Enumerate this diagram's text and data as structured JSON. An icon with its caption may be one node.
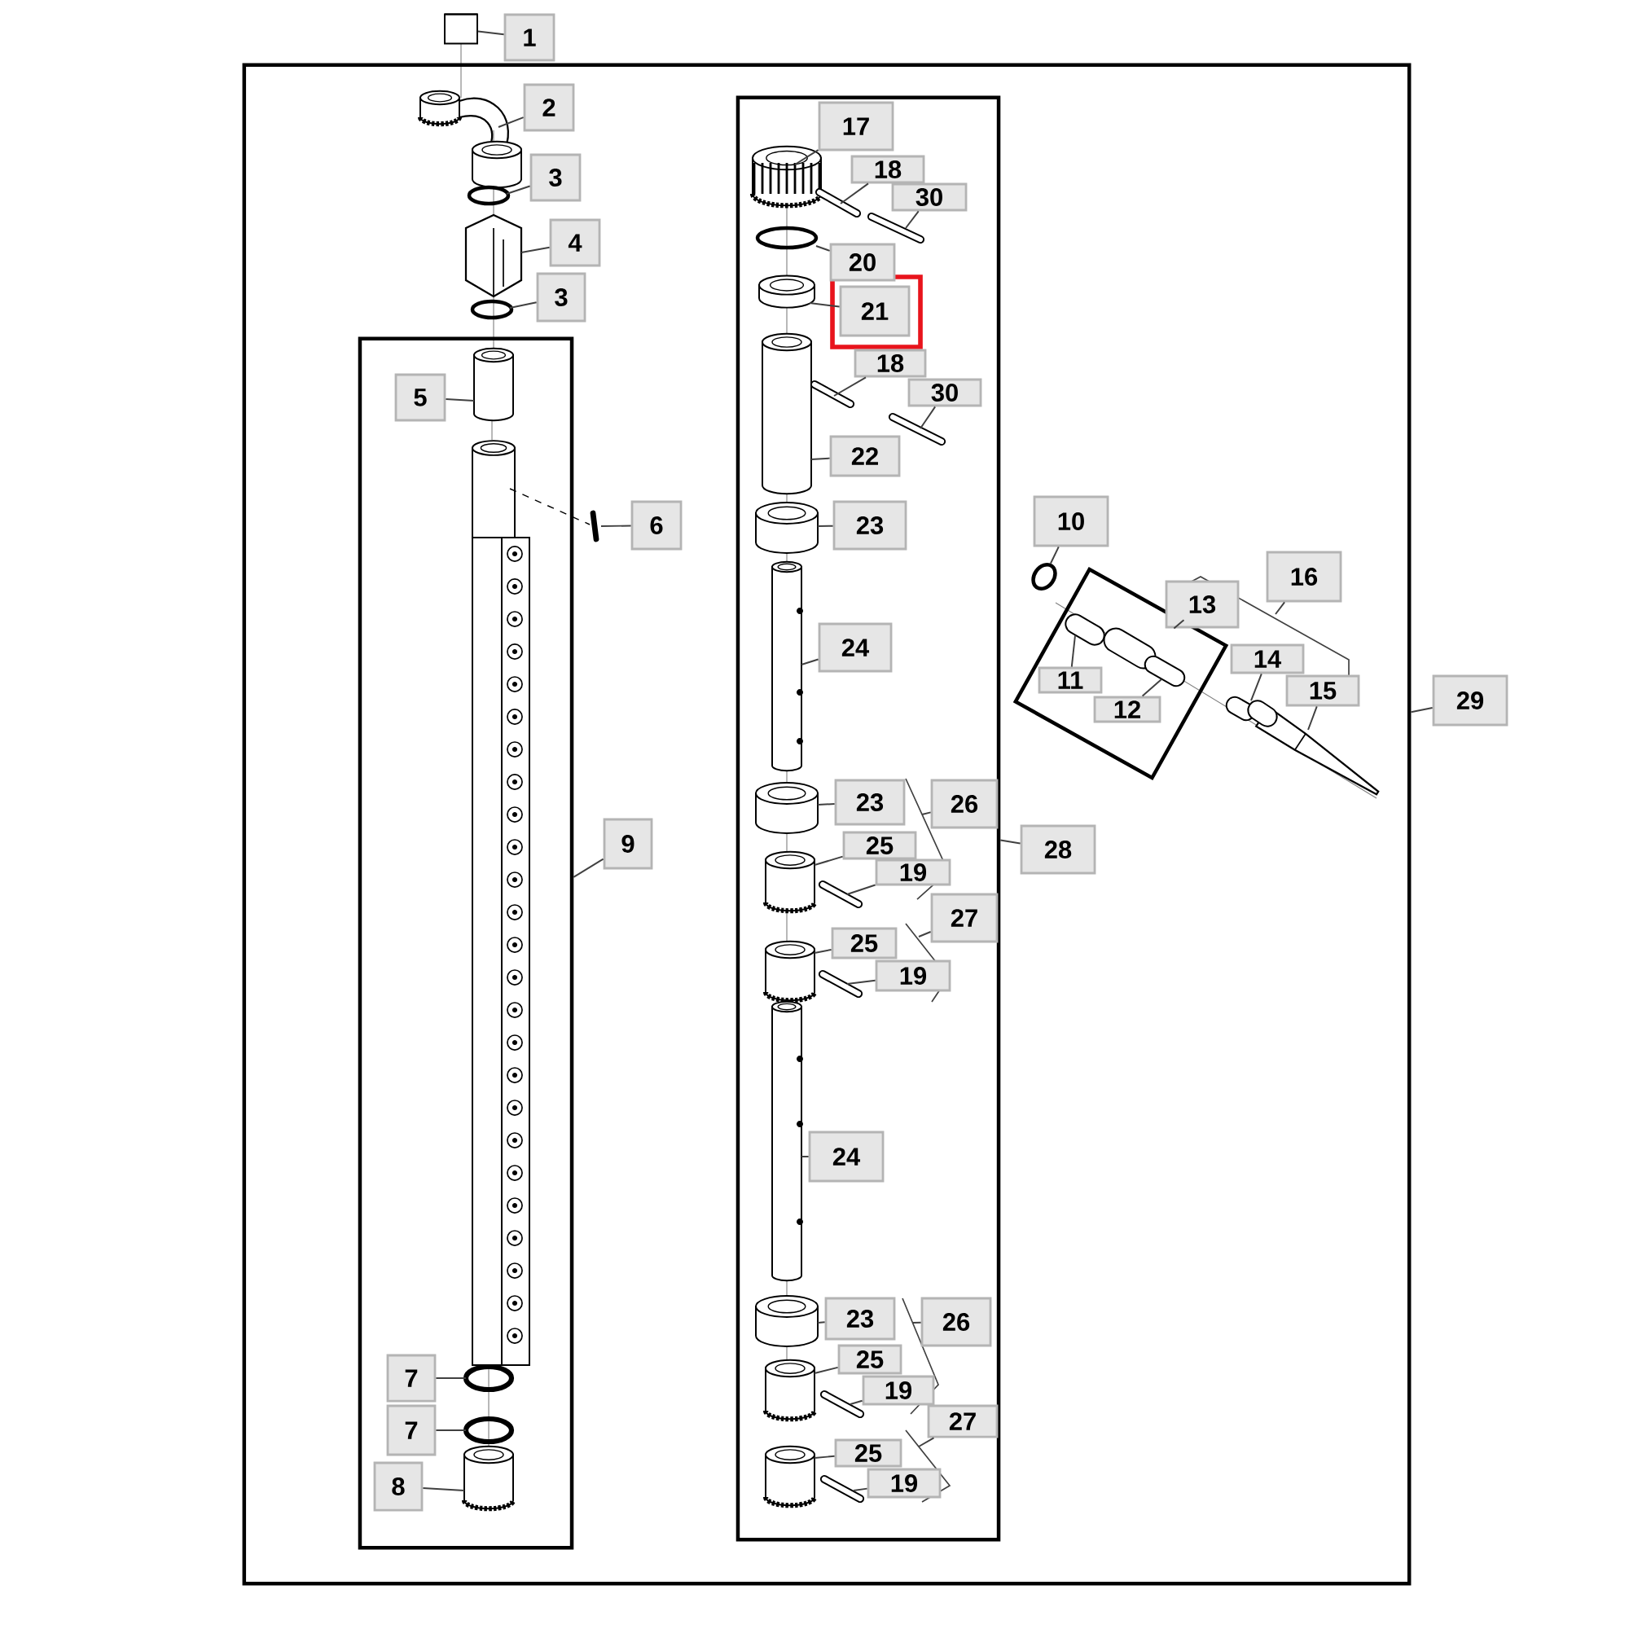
{
  "diagram": {
    "nodes": [
      {
        "text": [],
        "shape": "box"
      },
      {
        "text": [],
        "shape": "box",
        "in": 0
      },
      {
        "text": [],
        "shape": "box",
        "in": 0
      },
      {
        "text": [],
        "shape": "box",
        "in": 0
      },
      {
        "text": [
          "1"
        ]
      },
      {
        "text": [
          "2"
        ],
        "in": 0
      },
      {
        "text": [
          "3"
        ],
        "in": 0
      },
      {
        "text": [
          "4"
        ],
        "in": 0
      },
      {
        "text": [
          "3"
        ],
        "in": 0
      },
      {
        "text": [
          "5"
        ],
        "in": 1
      },
      {
        "text": [
          "6"
        ],
        "in": 0
      },
      {
        "text": [
          "9"
        ],
        "in": 0
      },
      {
        "text": [
          "7"
        ],
        "in": 1
      },
      {
        "text": [
          "7"
        ],
        "in": 1
      },
      {
        "text": [
          "8"
        ],
        "in": 1
      },
      {
        "text": [
          "17"
        ],
        "in": 2
      },
      {
        "text": [
          "18"
        ],
        "in": 2
      },
      {
        "text": [
          "30"
        ],
        "in": 2
      },
      {
        "text": [
          "20"
        ],
        "in": 2
      },
      {
        "text": [
          "21"
        ],
        "in": 2
      },
      {
        "text": [
          "18"
        ],
        "in": 2
      },
      {
        "text": [
          "30"
        ],
        "in": 2
      },
      {
        "text": [
          "22"
        ],
        "in": 2
      },
      {
        "text": [
          "23"
        ],
        "in": 2
      },
      {
        "text": [
          "24"
        ],
        "in": 2
      },
      {
        "text": [
          "23"
        ],
        "in": 2
      },
      {
        "text": [
          "26"
        ],
        "in": 2
      },
      {
        "text": [
          "25"
        ],
        "in": 2
      },
      {
        "text": [
          "19"
        ],
        "in": 2
      },
      {
        "text": [
          "27"
        ],
        "in": 2
      },
      {
        "text": [
          "25"
        ],
        "in": 2
      },
      {
        "text": [
          "19"
        ],
        "in": 2
      },
      {
        "text": [
          "24"
        ],
        "in": 2
      },
      {
        "text": [
          "23"
        ],
        "in": 2
      },
      {
        "text": [
          "26"
        ],
        "in": 2
      },
      {
        "text": [
          "25"
        ],
        "in": 2
      },
      {
        "text": [
          "19"
        ],
        "in": 2
      },
      {
        "text": [
          "27"
        ],
        "in": 2
      },
      {
        "text": [
          "25"
        ],
        "in": 2
      },
      {
        "text": [
          "19"
        ],
        "in": 2
      },
      {
        "text": [
          "28"
        ],
        "in": 0
      },
      {
        "text": [
          "10"
        ],
        "in": 0
      },
      {
        "text": [
          "13"
        ],
        "in": 0
      },
      {
        "text": [
          "16"
        ],
        "in": 0
      },
      {
        "text": [
          "11"
        ],
        "in": 3
      },
      {
        "text": [
          "12"
        ],
        "in": 3
      },
      {
        "text": [
          "14"
        ],
        "in": 0
      },
      {
        "text": [
          "15"
        ],
        "in": 0
      },
      {
        "text": [
          "29"
        ]
      },
      {
        "text": [],
        "shape": "cylinder"
      },
      {
        "text": [],
        "shape": "circle",
        "in": 0
      }
    ],
    "edges": [
      {
        "from": 4,
        "to": 49,
        "arrow": "none"
      },
      {
        "from": 5,
        "to": null,
        "arrow": "none"
      },
      {
        "from": 6,
        "to": null,
        "arrow": "none"
      },
      {
        "from": 7,
        "to": null,
        "arrow": "none"
      },
      {
        "from": 8,
        "to": null,
        "arrow": "none"
      },
      {
        "from": 9,
        "to": null,
        "arrow": "none"
      },
      {
        "from": 10,
        "to": null,
        "arrow": "none"
      },
      {
        "from": 11,
        "to": 1,
        "arrow": "none"
      },
      {
        "from": 12,
        "to": null,
        "arrow": "none"
      },
      {
        "from": 13,
        "to": null,
        "arrow": "none"
      },
      {
        "from": 14,
        "to": null,
        "arrow": "none"
      },
      {
        "from": 15,
        "to": null,
        "arrow": "none"
      },
      {
        "from": 16,
        "to": null,
        "arrow": "none"
      },
      {
        "from": 17,
        "to": null,
        "arrow": "none"
      },
      {
        "from": 18,
        "to": null,
        "arrow": "none"
      },
      {
        "from": 19,
        "to": null,
        "arrow": "none"
      },
      {
        "from": 20,
        "to": null,
        "arrow": "none"
      },
      {
        "from": 21,
        "to": null,
        "arrow": "none"
      },
      {
        "from": 22,
        "to": null,
        "arrow": "none"
      },
      {
        "from": 23,
        "to": null,
        "arrow": "none"
      },
      {
        "from": 24,
        "to": null,
        "arrow": "none"
      },
      {
        "from": 25,
        "to": null,
        "arrow": "none"
      },
      {
        "from": 26,
        "to": null,
        "arrow": "none"
      },
      {
        "from": 27,
        "to": null,
        "arrow": "none"
      },
      {
        "from": 28,
        "to": null,
        "arrow": "none"
      },
      {
        "from": 29,
        "to": null,
        "arrow": "none"
      },
      {
        "from": 30,
        "to": null,
        "arrow": "none"
      },
      {
        "from": 31,
        "to": null,
        "arrow": "none"
      },
      {
        "from": 32,
        "to": null,
        "arrow": "none"
      },
      {
        "from": 33,
        "to": null,
        "arrow": "none"
      },
      {
        "from": 34,
        "to": null,
        "arrow": "none"
      },
      {
        "from": 35,
        "to": null,
        "arrow": "none"
      },
      {
        "from": 36,
        "to": null,
        "arrow": "none"
      },
      {
        "from": 37,
        "to": null,
        "arrow": "none"
      },
      {
        "from": 38,
        "to": null,
        "arrow": "none"
      },
      {
        "from": 39,
        "to": null,
        "arrow": "none"
      },
      {
        "from": 40,
        "to": 2,
        "arrow": "none"
      },
      {
        "from": 41,
        "to": 50,
        "arrow": "none"
      },
      {
        "from": 42,
        "to": 3,
        "arrow": "none"
      },
      {
        "from": 43,
        "to": null,
        "arrow": "none"
      },
      {
        "from": 44,
        "to": null,
        "arrow": "none"
      },
      {
        "from": 45,
        "to": null,
        "arrow": "none"
      },
      {
        "from": 46,
        "to": null,
        "arrow": "none"
      },
      {
        "from": 47,
        "to": null,
        "arrow": "none"
      },
      {
        "from": 48,
        "to": 0,
        "arrow": "none"
      }
    ]
  }
}
